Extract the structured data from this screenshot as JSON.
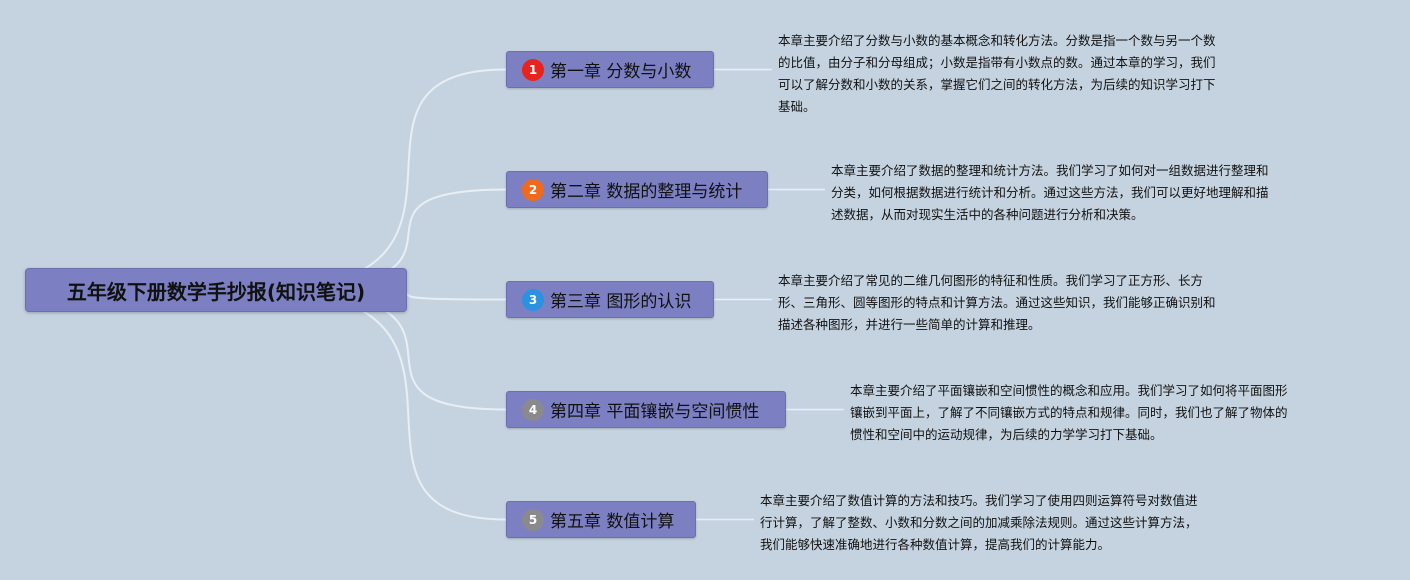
{
  "root": {
    "title": "五年级下册数学手抄报(知识笔记)"
  },
  "colors": {
    "background": "#c5d3e0",
    "node_fill": "#7c80c2",
    "connector": "#e8eef4"
  },
  "chapters": [
    {
      "number": "1",
      "badge_color": "#e8231d",
      "label": "第一章 分数与小数",
      "description": "本章主要介绍了分数与小数的基本概念和转化方法。分数是指一个数与另一个数\n的比值，由分子和分母组成；小数是指带有小数点的数。通过本章的学习，我们\n可以了解分数和小数的关系，掌握它们之间的转化方法，为后续的知识学习打下\n基础。"
    },
    {
      "number": "2",
      "badge_color": "#ef6a1c",
      "label": "第二章 数据的整理与统计",
      "description": "本章主要介绍了数据的整理和统计方法。我们学习了如何对一组数据进行整理和\n分类，如何根据数据进行统计和分析。通过这些方法，我们可以更好地理解和描\n述数据，从而对现实生活中的各种问题进行分析和决策。"
    },
    {
      "number": "3",
      "badge_color": "#2a92e0",
      "label": "第三章 图形的认识",
      "description": "本章主要介绍了常见的二维几何图形的特征和性质。我们学习了正方形、长方\n形、三角形、圆等图形的特点和计算方法。通过这些知识，我们能够正确识别和\n描述各种图形，并进行一些简单的计算和推理。"
    },
    {
      "number": "4",
      "badge_color": "#8a8a8e",
      "label": "第四章 平面镶嵌与空间惯性",
      "description": "本章主要介绍了平面镶嵌和空间惯性的概念和应用。我们学习了如何将平面图形\n镶嵌到平面上，了解了不同镶嵌方式的特点和规律。同时，我们也了解了物体的\n惯性和空间中的运动规律，为后续的力学学习打下基础。"
    },
    {
      "number": "5",
      "badge_color": "#8a8a8e",
      "label": "第五章 数值计算",
      "description": "本章主要介绍了数值计算的方法和技巧。我们学习了使用四则运算符号对数值进\n行计算，了解了整数、小数和分数之间的加减乘除法规则。通过这些计算方法，\n我们能够快速准确地进行各种数值计算，提高我们的计算能力。"
    }
  ]
}
